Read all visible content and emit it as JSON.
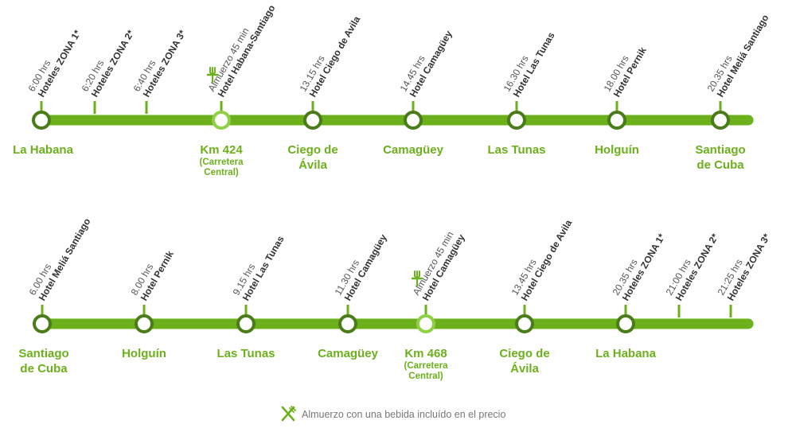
{
  "colors": {
    "line": "#6cb01c",
    "stop_outline": "#4a7d1a",
    "lunch_stop": "#8fd046",
    "city": "#6cb01c",
    "hotel": "#333333",
    "time": "#555555"
  },
  "routes": [
    {
      "stops": [
        {
          "type": "stop",
          "city": [
            "La Habana"
          ],
          "sub": [],
          "labels": [
            {
              "time": "6:00 hrs",
              "hotel": "Hoteles ZONA 1*"
            }
          ]
        },
        {
          "type": "tick",
          "labels": [
            {
              "time": "6:20 hrs",
              "hotel": "Hoteles ZONA 2*"
            }
          ]
        },
        {
          "type": "tick",
          "labels": [
            {
              "time": "6:40 hrs",
              "hotel": "Hoteles ZONA 3*"
            }
          ]
        },
        {
          "type": "lunch",
          "city": [
            "Km 424"
          ],
          "sub": [
            "(Carretera",
            "Central)"
          ],
          "labels": [
            {
              "time": "Almuerzo 45 min",
              "hotel": "Hotel Habana-Santiago"
            }
          ]
        },
        {
          "type": "stop",
          "city": [
            "Ciego de",
            "Ávila"
          ],
          "sub": [],
          "labels": [
            {
              "time": "13.15 hrs",
              "hotel": "Hotel Ciego de Avila"
            }
          ]
        },
        {
          "type": "stop",
          "city": [
            "Camagüey"
          ],
          "sub": [],
          "labels": [
            {
              "time": "14.45 hrs",
              "hotel": "Hotel Camagüey"
            }
          ]
        },
        {
          "type": "stop",
          "city": [
            "Las Tunas"
          ],
          "sub": [],
          "labels": [
            {
              "time": "16.30 hrs",
              "hotel": "Hotel Las Tunas"
            }
          ]
        },
        {
          "type": "stop",
          "city": [
            "Holguín"
          ],
          "sub": [],
          "labels": [
            {
              "time": "18.00 hrs",
              "hotel": "Hotel Pernik"
            }
          ]
        },
        {
          "type": "stop",
          "city": [
            "Santiago",
            "de Cuba"
          ],
          "sub": [],
          "labels": [
            {
              "time": "20.35 hrs",
              "hotel": "Hotel Meliá Santiago"
            }
          ]
        }
      ]
    },
    {
      "stops": [
        {
          "type": "stop",
          "city": [
            "Santiago",
            "de Cuba"
          ],
          "sub": [],
          "labels": [
            {
              "time": "6.00 hrs",
              "hotel": "Hotel Meliá Santiago"
            }
          ]
        },
        {
          "type": "stop",
          "city": [
            "Holguín"
          ],
          "sub": [],
          "labels": [
            {
              "time": "8.00 hrs",
              "hotel": "Hotel Pernik"
            }
          ]
        },
        {
          "type": "stop",
          "city": [
            "Las Tunas"
          ],
          "sub": [],
          "labels": [
            {
              "time": "9.15 hrs",
              "hotel": "Hotel Las Tunas"
            }
          ]
        },
        {
          "type": "stop",
          "city": [
            "Camagüey"
          ],
          "sub": [],
          "labels": [
            {
              "time": "11.30 hrs",
              "hotel": "Hotel Camagüey"
            }
          ]
        },
        {
          "type": "lunch",
          "city": [
            "Km 468"
          ],
          "sub": [
            "(Carretera",
            "Central)"
          ],
          "labels": [
            {
              "time": "Almuerzo 45 min",
              "hotel": "Hotel Camagüey"
            }
          ]
        },
        {
          "type": "stop",
          "city": [
            "Ciego de",
            "Ávila"
          ],
          "sub": [],
          "labels": [
            {
              "time": "13.45 hrs",
              "hotel": "Hotel Ciego de Avila"
            }
          ]
        },
        {
          "type": "stop",
          "city": [
            "La Habana"
          ],
          "sub": [],
          "labels": [
            {
              "time": "20.35 hrs",
              "hotel": "Hoteles ZONA 1*"
            }
          ]
        },
        {
          "type": "tick",
          "labels": [
            {
              "time": "21:00 hrs",
              "hotel": "Hoteles ZONA 2*"
            }
          ]
        },
        {
          "type": "tick",
          "labels": [
            {
              "time": "21:25 hrs",
              "hotel": "Hoteles ZONA 3*"
            }
          ]
        }
      ]
    }
  ],
  "legend": {
    "icon": "fork-knife-icon",
    "text": "Almuerzo con una bebida incluído en el precio"
  }
}
